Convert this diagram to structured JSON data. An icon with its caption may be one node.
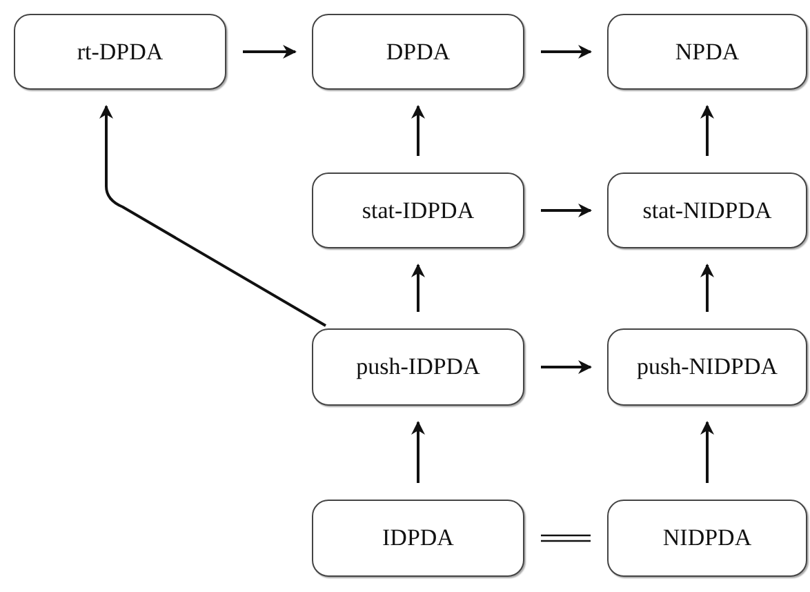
{
  "diagram": {
    "nodes": [
      {
        "text": [
          "rt-DPDA"
        ]
      },
      {
        "text": [
          "DPDA"
        ]
      },
      {
        "text": [
          "NPDA"
        ]
      },
      {
        "text": [
          "stat-IDPDA"
        ]
      },
      {
        "text": [
          "stat-NIDPDA"
        ]
      },
      {
        "text": [
          "push-IDPDA"
        ]
      },
      {
        "text": [
          "push-NIDPDA"
        ]
      },
      {
        "text": [
          "IDPDA"
        ]
      },
      {
        "text": [
          "NIDPDA"
        ]
      }
    ],
    "edges": [
      {
        "from": 0,
        "to": 1,
        "arrow": "to"
      },
      {
        "from": 1,
        "to": 2,
        "arrow": "to"
      },
      {
        "from": 3,
        "to": 1,
        "arrow": "to"
      },
      {
        "from": 4,
        "to": 2,
        "arrow": "to"
      },
      {
        "from": 3,
        "to": 4,
        "arrow": "to"
      },
      {
        "from": 5,
        "to": 3,
        "arrow": "to"
      },
      {
        "from": 6,
        "to": 4,
        "arrow": "to"
      },
      {
        "from": 5,
        "to": 6,
        "arrow": "to"
      },
      {
        "from": 5,
        "to": 0,
        "arrow": "to"
      },
      {
        "from": 7,
        "to": 5,
        "arrow": "to"
      },
      {
        "from": 8,
        "to": 6,
        "arrow": "to"
      },
      {
        "from": 7,
        "to": 8,
        "arrow": "none"
      }
    ]
  }
}
